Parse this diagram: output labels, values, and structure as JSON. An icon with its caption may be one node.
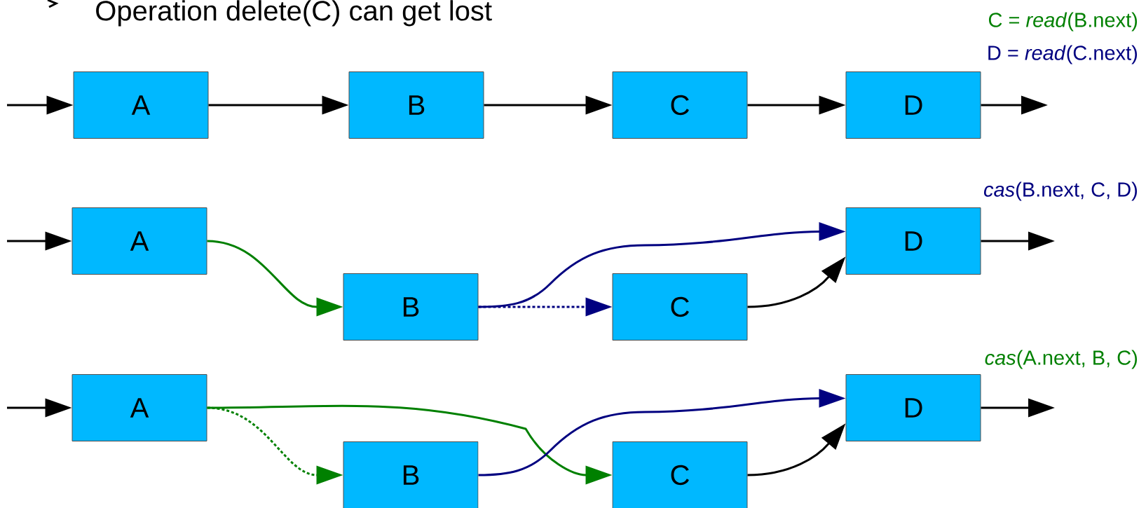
{
  "diagram": {
    "nodes": [
      {
        "text": [
          "A"
        ]
      },
      {
        "text": [
          "B"
        ]
      },
      {
        "text": [
          "C"
        ]
      },
      {
        "text": [
          "D"
        ]
      },
      {
        "text": [
          "A"
        ]
      },
      {
        "text": [
          "B"
        ]
      },
      {
        "text": [
          "C"
        ]
      },
      {
        "text": [
          "D"
        ]
      },
      {
        "text": [
          "A"
        ]
      },
      {
        "text": [
          "B"
        ]
      },
      {
        "text": [
          "C"
        ]
      },
      {
        "text": [
          "D"
        ]
      }
    ],
    "edges": [
      {
        "from": null,
        "to": 0,
        "arrow": "to"
      },
      {
        "from": 0,
        "to": 1,
        "arrow": "to"
      },
      {
        "from": 1,
        "to": 2,
        "arrow": "to"
      },
      {
        "from": 2,
        "to": 3,
        "arrow": "to"
      },
      {
        "from": 3,
        "to": null,
        "arrow": "to"
      },
      {
        "from": null,
        "to": 4,
        "arrow": "to"
      },
      {
        "from": 4,
        "to": 5,
        "arrow": "to",
        "color": "#008000"
      },
      {
        "from": 5,
        "to": 7,
        "arrow": "to",
        "color": "#000080"
      },
      {
        "from": 5,
        "to": 6,
        "arrow": "to",
        "style": "dashed",
        "color": "#000080"
      },
      {
        "from": 6,
        "to": 7,
        "arrow": "to"
      },
      {
        "from": 7,
        "to": null,
        "arrow": "to"
      },
      {
        "from": null,
        "to": 8,
        "arrow": "to"
      },
      {
        "from": 8,
        "to": 9,
        "arrow": "to",
        "style": "dashed",
        "color": "#008000"
      },
      {
        "from": 8,
        "to": 10,
        "arrow": "to",
        "color": "#008000"
      },
      {
        "from": 9,
        "to": 11,
        "arrow": "to",
        "color": "#000080"
      },
      {
        "from": 10,
        "to": 11,
        "arrow": "to"
      },
      {
        "from": 11,
        "to": null,
        "arrow": "to"
      }
    ],
    "labels": [
      "Operation delete(C) can get lost",
      "C = *read*(B.next)",
      "D = *read*(C.next)",
      "*cas*(B.next, C, D)",
      "*cas*(A.next, B, C)"
    ]
  }
}
